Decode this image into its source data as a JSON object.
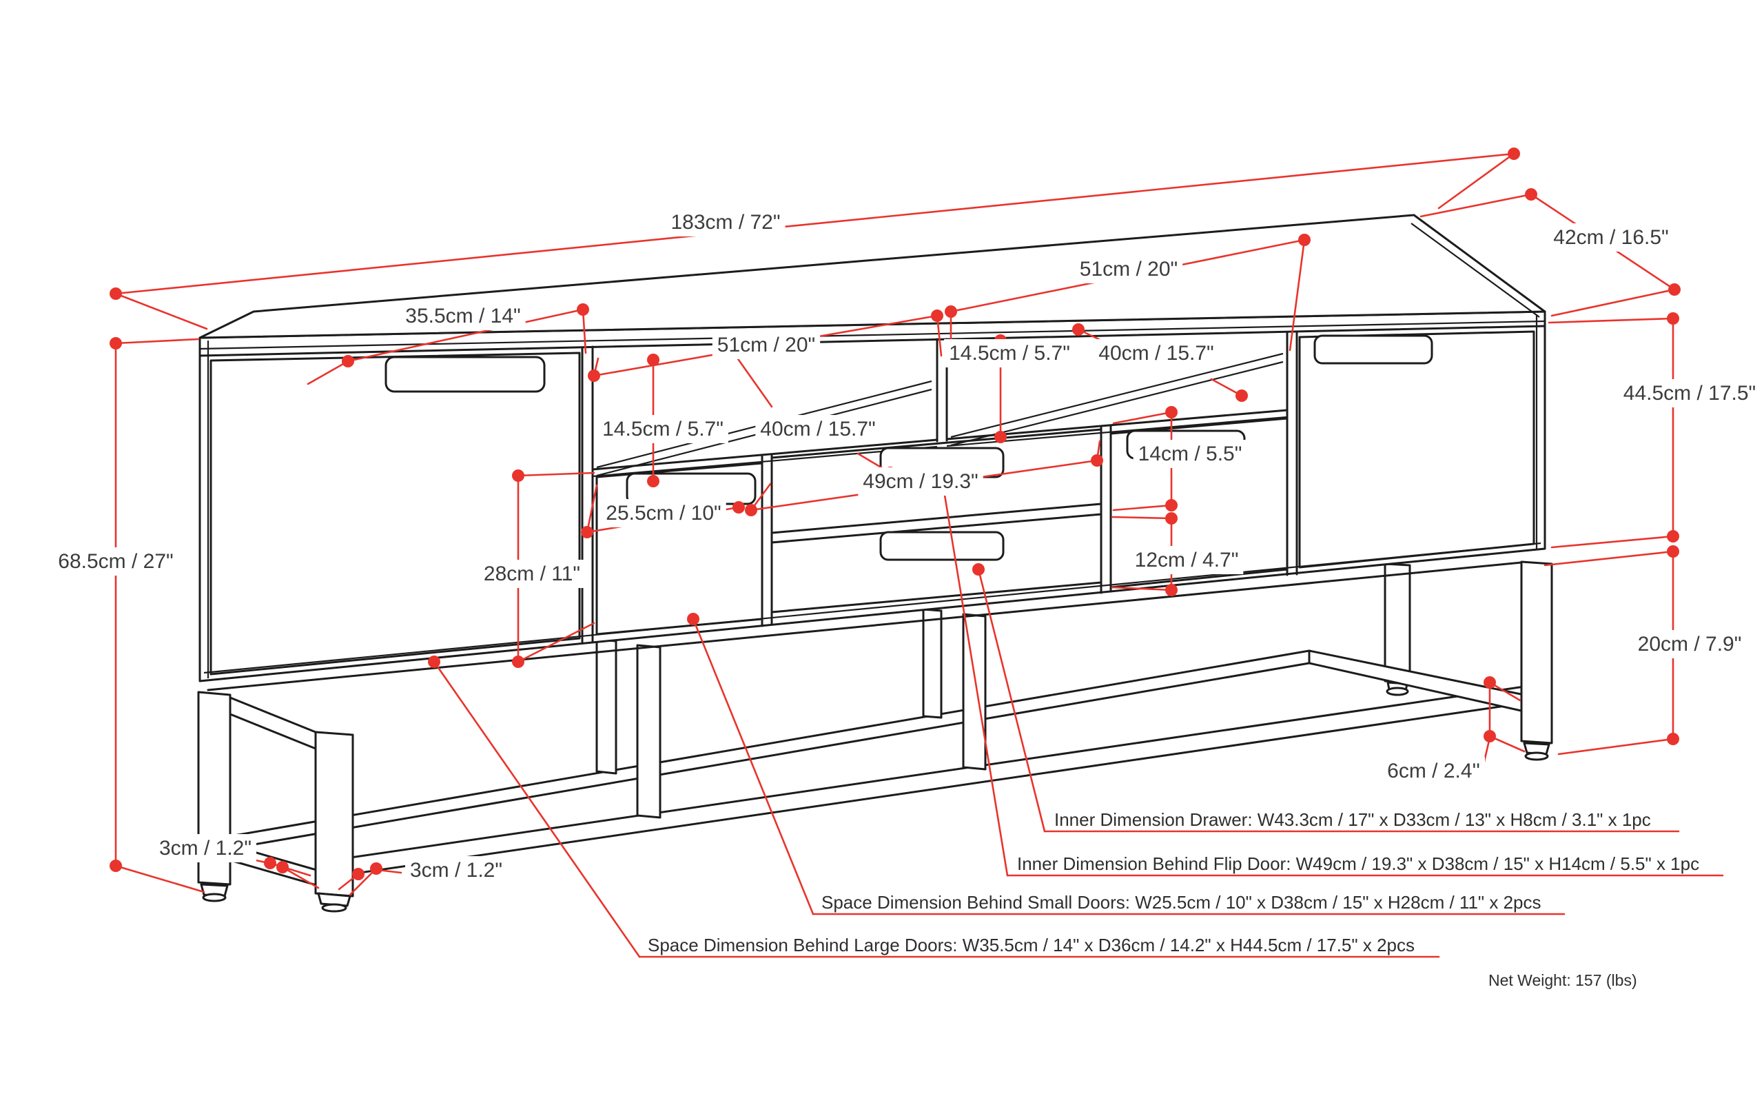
{
  "title": "TV stand dimension diagram",
  "colors": {
    "background": "#ffffff",
    "line": "#1c1c1c",
    "accent": "#e8342c",
    "text": "#3c3c3c"
  },
  "labels": {
    "overall_width": "183cm / 72\"",
    "top_depth": "42cm / 16.5\"",
    "shelf_left_width": "51cm / 20\"",
    "shelf_right_width": "51cm / 20\"",
    "large_door_width": "35.5cm / 14\"",
    "shelf_left_height": "14.5cm / 5.7\"",
    "shelf_left_depth": "40cm / 15.7\"",
    "shelf_right_height": "14.5cm / 5.7\"",
    "shelf_right_depth": "40cm / 15.7\"",
    "flip_door_width": "49cm / 19.3\"",
    "small_door_width": "25.5cm / 10\"",
    "flip_door_height": "14cm / 5.5\"",
    "drawer_height": "12cm / 4.7\"",
    "small_door_height": "28cm / 11\"",
    "total_height": "68.5cm / 27\"",
    "large_door_height": "44.5cm / 17.5\"",
    "leg_height": "20cm / 7.9\"",
    "foot_height": "6cm / 2.4''",
    "foot_size_left": "3cm / 1.2\"",
    "foot_size_right": "3cm / 1.2\""
  },
  "notes": {
    "drawer": "Inner Dimension Drawer: W43.3cm / 17\" x D33cm / 13\" x H8cm / 3.1\" x 1pc",
    "flip_door": "Inner Dimension Behind Flip Door: W49cm / 19.3\" x D38cm / 15\" x H14cm / 5.5\" x 1pc",
    "small_doors": "Space Dimension Behind Small Doors: W25.5cm / 10\" x D38cm / 15\" x H28cm / 11\" x 2pcs",
    "large_doors": "Space Dimension Behind Large Doors: W35.5cm / 14\" x D36cm / 14.2\" x H44.5cm / 17.5\" x 2pcs"
  },
  "net_weight": "Net Weight: 157 (lbs)"
}
